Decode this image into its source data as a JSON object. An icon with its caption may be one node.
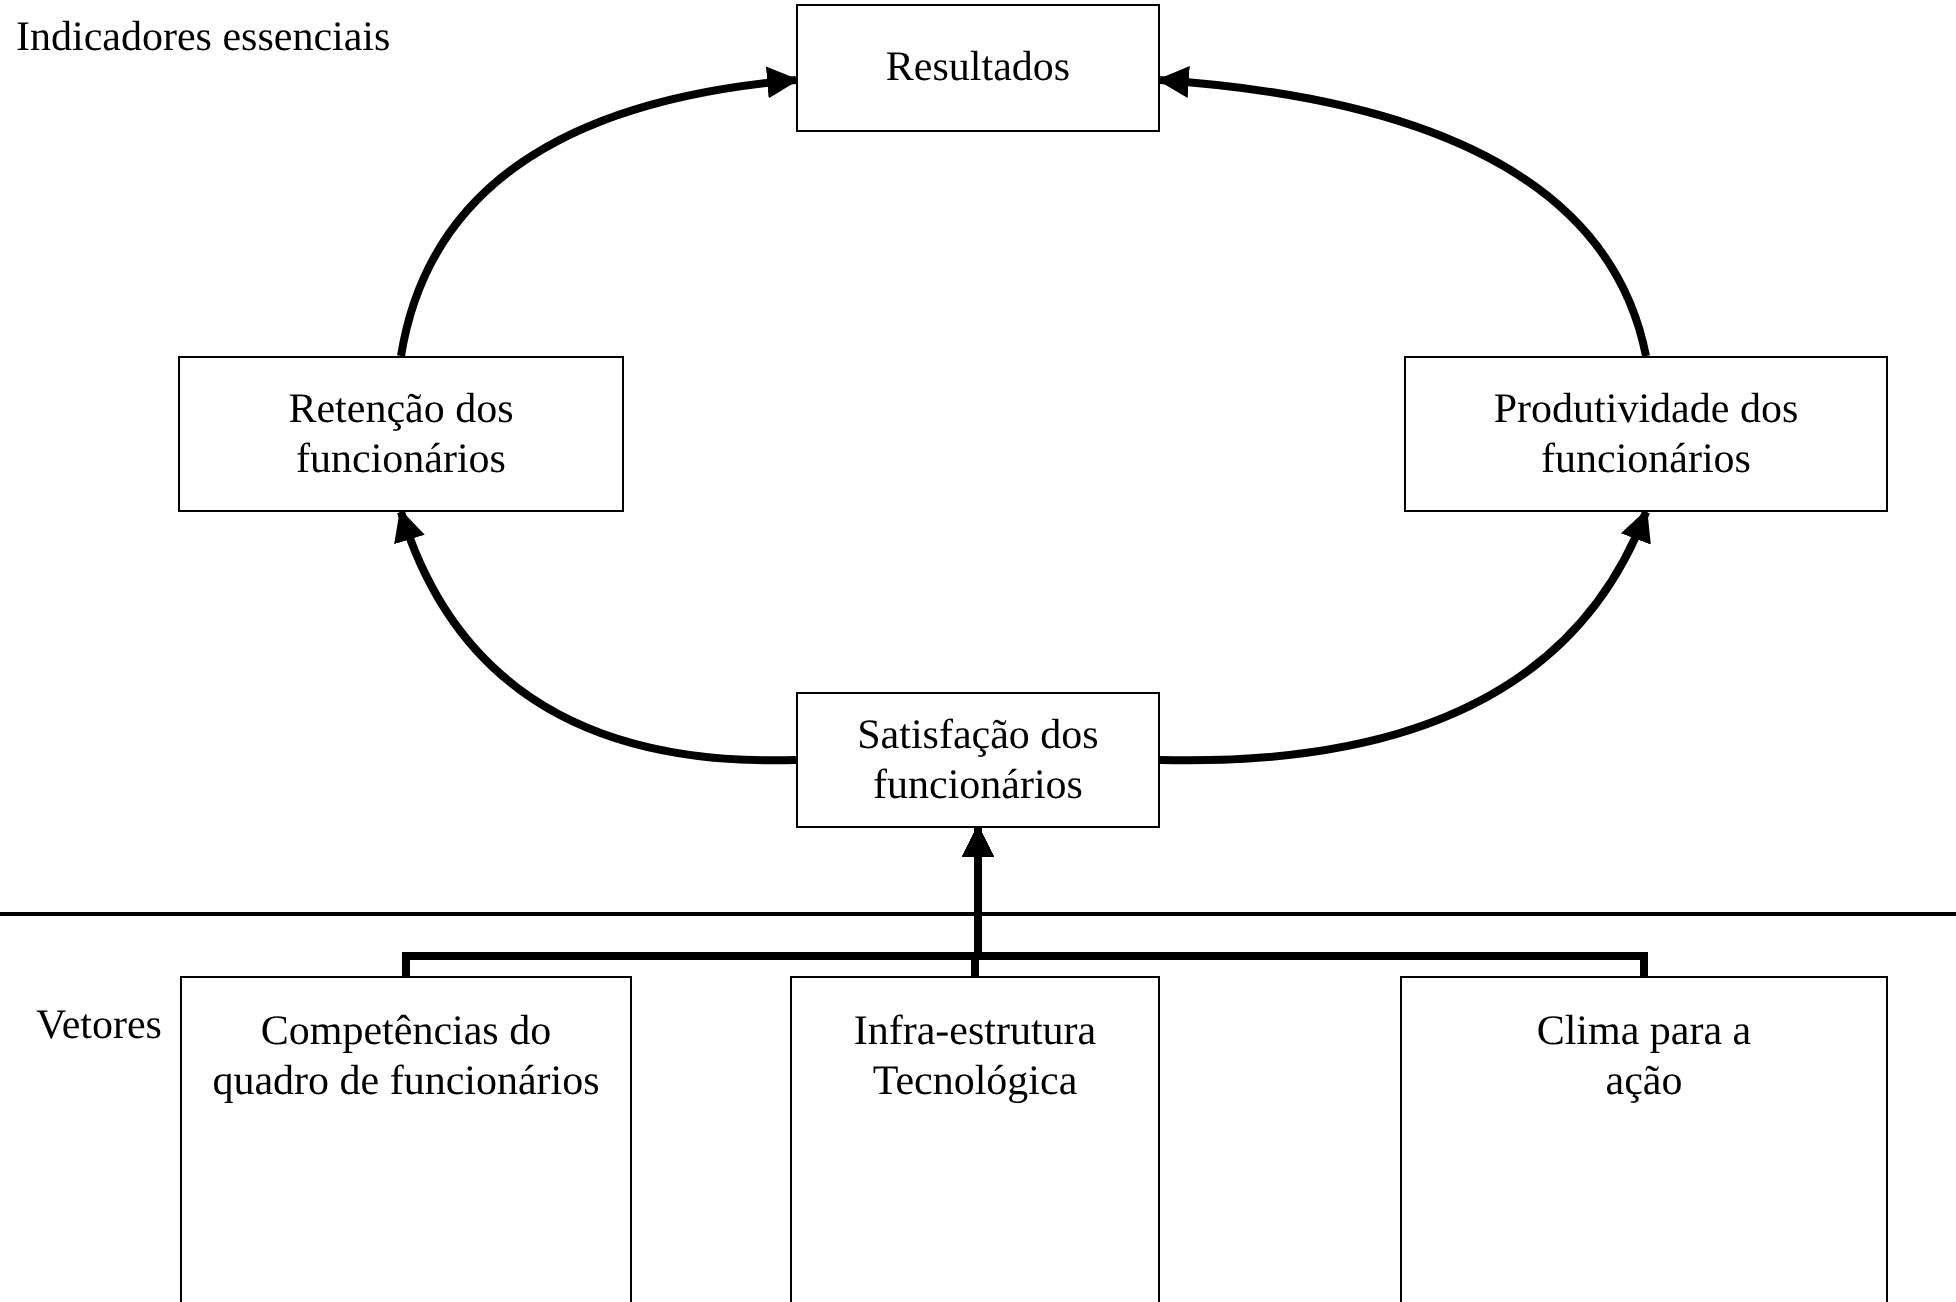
{
  "diagram": {
    "nodes": [
      {
        "text": [
          "Resultados"
        ]
      },
      {
        "text": [
          "Retenção dos funcionários"
        ]
      },
      {
        "text": [
          "Produtividade dos funcionários"
        ]
      },
      {
        "text": [
          "Satisfação dos funcionários"
        ]
      },
      {
        "text": [
          "Competências do quadro de funcionários"
        ]
      },
      {
        "text": [
          "Infra-estrutura Tecnológica"
        ]
      },
      {
        "text": [
          "Clima para a ação"
        ]
      }
    ],
    "edges": [
      {
        "from": 1,
        "to": 0,
        "arrow": "to"
      },
      {
        "from": 2,
        "to": 0,
        "arrow": "to"
      },
      {
        "from": 3,
        "to": 1,
        "arrow": "to"
      },
      {
        "from": 3,
        "to": 2,
        "arrow": "to"
      },
      {
        "from": 4,
        "to": 3,
        "arrow": "to"
      },
      {
        "from": 5,
        "to": 3,
        "arrow": "to"
      },
      {
        "from": 6,
        "to": 3,
        "arrow": "to"
      }
    ],
    "labels": [
      "Indicadores essenciais",
      "Vetores"
    ]
  }
}
